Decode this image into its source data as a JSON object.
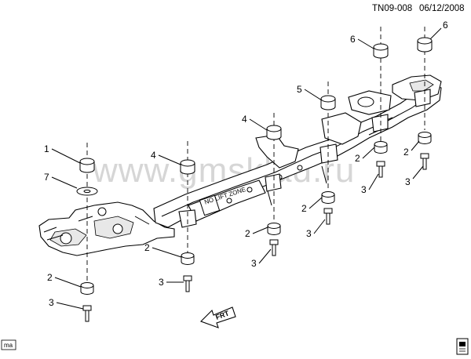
{
  "header": {
    "code": "TN09-008",
    "date": "06/12/2008"
  },
  "watermark": "www.gmsklad.ru",
  "direction_label": "FRT",
  "footer": {
    "left_badge": "ma"
  },
  "frame_label": "NO LIFT ZONE",
  "callouts": [
    {
      "num": "1"
    },
    {
      "num": "7"
    },
    {
      "num": "2"
    },
    {
      "num": "3"
    },
    {
      "num": "4"
    },
    {
      "num": "2"
    },
    {
      "num": "3"
    },
    {
      "num": "4"
    },
    {
      "num": "2"
    },
    {
      "num": "3"
    },
    {
      "num": "5"
    },
    {
      "num": "2"
    },
    {
      "num": "3"
    },
    {
      "num": "6"
    },
    {
      "num": "2"
    },
    {
      "num": "3"
    },
    {
      "num": "6"
    },
    {
      "num": "2"
    },
    {
      "num": "3"
    }
  ]
}
